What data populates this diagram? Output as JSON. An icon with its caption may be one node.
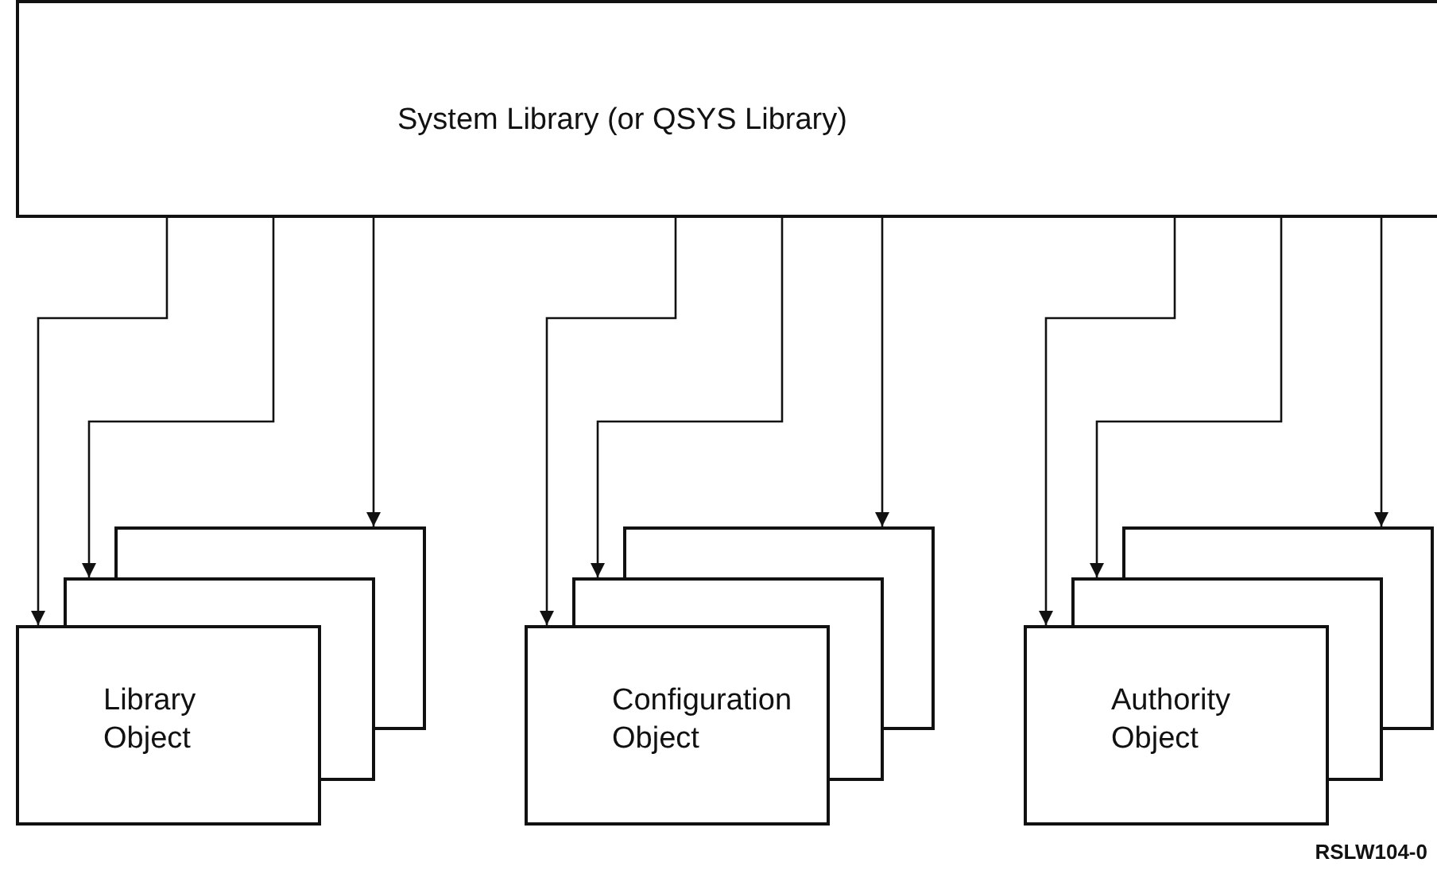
{
  "diagram": {
    "nodes": [
      {
        "text": [
          "System Library (or QSYS Library)"
        ]
      },
      {
        "text": [],
        "shape": "box"
      },
      {
        "text": [],
        "shape": "box"
      },
      {
        "text": [
          "Library Object"
        ]
      },
      {
        "text": [],
        "shape": "box"
      },
      {
        "text": [],
        "shape": "box"
      },
      {
        "text": [
          "Configuration Object"
        ]
      },
      {
        "text": [],
        "shape": "box"
      },
      {
        "text": [],
        "shape": "box"
      },
      {
        "text": [
          "Authority Object"
        ]
      }
    ],
    "edges": [
      {
        "from": 0,
        "to": 3,
        "arrow": "to"
      },
      {
        "from": 0,
        "to": 2,
        "arrow": "to"
      },
      {
        "from": 0,
        "to": 1,
        "arrow": "to"
      },
      {
        "from": 0,
        "to": 6,
        "arrow": "to"
      },
      {
        "from": 0,
        "to": 5,
        "arrow": "to"
      },
      {
        "from": 0,
        "to": 4,
        "arrow": "to"
      },
      {
        "from": 0,
        "to": 9,
        "arrow": "to"
      },
      {
        "from": 0,
        "to": 8,
        "arrow": "to"
      },
      {
        "from": 0,
        "to": 7,
        "arrow": "to"
      }
    ],
    "labels": [
      "RSLW104-0"
    ]
  }
}
